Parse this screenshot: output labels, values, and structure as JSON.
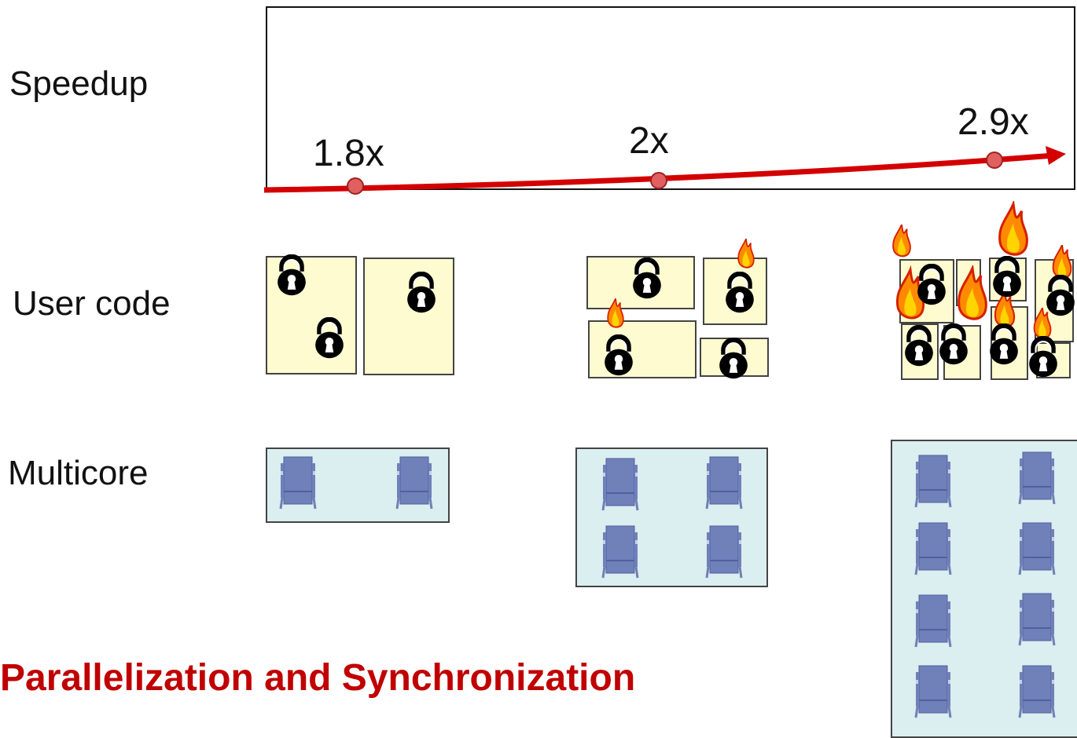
{
  "labels": {
    "speedup": "Speedup",
    "user_code": "User code",
    "multicore": "Multicore"
  },
  "speedup_points": [
    {
      "label": "1.8x",
      "cores": 2
    },
    {
      "label": "2x",
      "cores": 4
    },
    {
      "label": "2.9x",
      "cores": 8
    }
  ],
  "title_line1": "Parallelization and Synchronization",
  "title_line2": "",
  "colors": {
    "arrow": "#d40000",
    "point_fill": "#e06060",
    "code_fill": "#fefbd0",
    "multicore_fill": "#dbeef0",
    "core_chip": "#7080b8",
    "title": "#c00000"
  },
  "icons": {
    "lock": "padlock-icon",
    "fire": "fire-icon",
    "core": "cpu-core-icon"
  }
}
